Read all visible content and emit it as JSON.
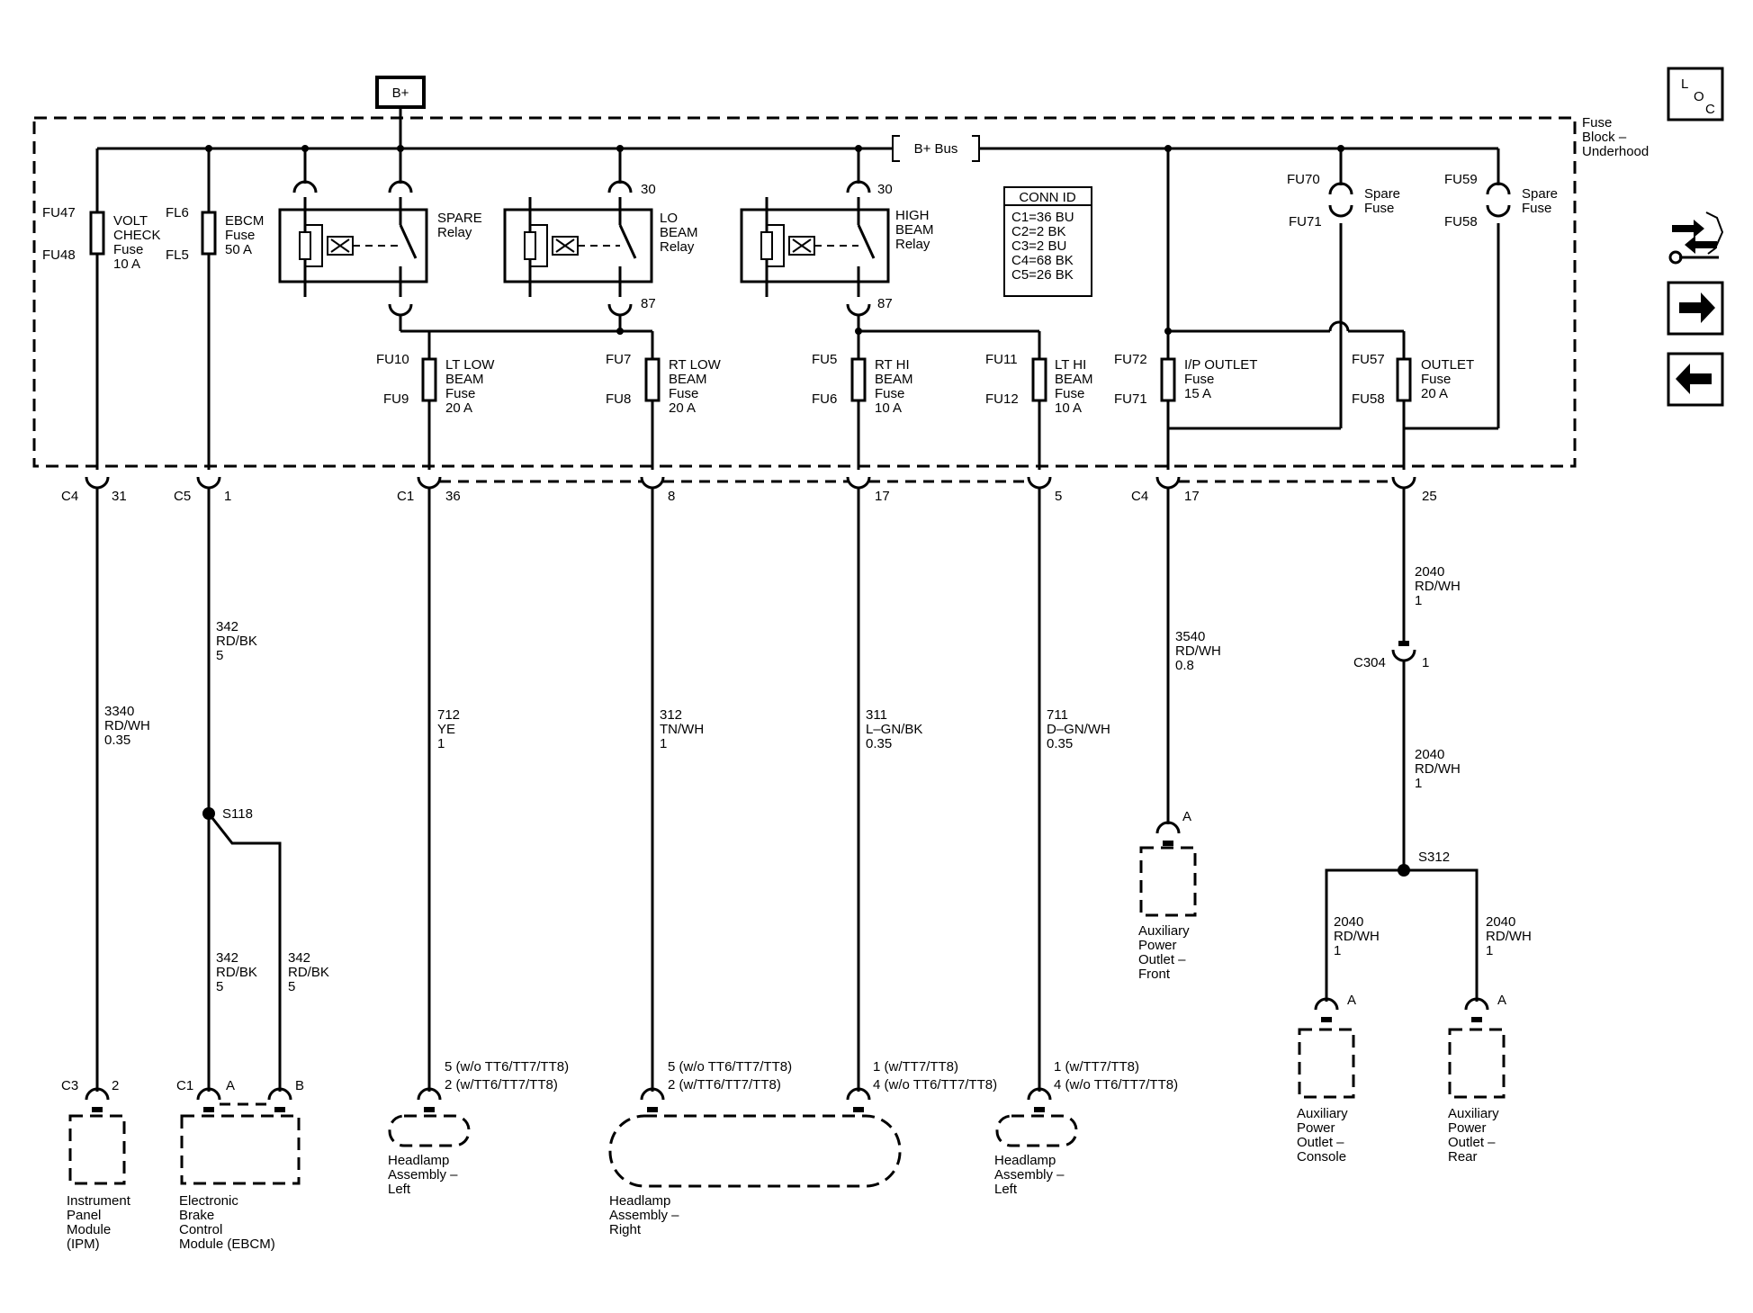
{
  "bplus": "B+",
  "bus_label": "B+ Bus",
  "fuse_block_label": [
    "Fuse",
    "Block –",
    "Underhood"
  ],
  "nav": {
    "loc": [
      "L",
      "O",
      "C"
    ]
  },
  "conn_id": {
    "title": "CONN ID",
    "lines": [
      "C1=36 BU",
      "C2=2 BK",
      "C3=2 BU",
      "C4=68 BK",
      "C5=26 BK"
    ]
  },
  "relays": {
    "spare": {
      "name": [
        "SPARE",
        "Relay"
      ]
    },
    "lo": {
      "name": [
        "LO",
        "BEAM",
        "Relay"
      ],
      "pin_top": "30",
      "pin_bottom": "87"
    },
    "hi": {
      "name": [
        "HIGH",
        "BEAM",
        "Relay"
      ],
      "pin_top": "30",
      "pin_bottom": "87"
    }
  },
  "fuses": {
    "volt": {
      "top": "FU47",
      "bottom": "FU48",
      "name": [
        "VOLT",
        "CHECK",
        "Fuse",
        "10 A"
      ]
    },
    "ebcm": {
      "top": "FL6",
      "bottom": "FL5",
      "name": [
        "EBCM",
        "Fuse",
        "50 A"
      ]
    },
    "lt_low": {
      "top": "FU10",
      "bottom": "FU9",
      "name": [
        "LT LOW",
        "BEAM",
        "Fuse",
        "20 A"
      ]
    },
    "rt_low": {
      "top": "FU7",
      "bottom": "FU8",
      "name": [
        "RT LOW",
        "BEAM",
        "Fuse",
        "20 A"
      ]
    },
    "rt_hi": {
      "top": "FU5",
      "bottom": "FU6",
      "name": [
        "RT HI",
        "BEAM",
        "Fuse",
        "10 A"
      ]
    },
    "lt_hi": {
      "top": "FU11",
      "bottom": "FU12",
      "name": [
        "LT HI",
        "BEAM",
        "Fuse",
        "10 A"
      ]
    },
    "ip_outlet": {
      "top": "FU72",
      "bottom": "FU71",
      "name": [
        "I/P OUTLET",
        "Fuse",
        "15 A"
      ]
    },
    "outlet": {
      "top": "FU57",
      "bottom": "FU58",
      "name": [
        "OUTLET",
        "Fuse",
        "20 A"
      ]
    },
    "spare1": {
      "top": "FU70",
      "bottom": "FU71",
      "name": [
        "Spare",
        "Fuse"
      ]
    },
    "spare2": {
      "top": "FU59",
      "bottom": "FU58",
      "name": [
        "Spare",
        "Fuse"
      ]
    }
  },
  "connectors": {
    "c4_31": {
      "conn": "C4",
      "pin": "31"
    },
    "c5_1": {
      "conn": "C5",
      "pin": "1"
    },
    "c1_36": {
      "conn": "C1",
      "pin": "36"
    },
    "c1_8": {
      "pin": "8"
    },
    "c1_17": {
      "pin": "17"
    },
    "c1_5": {
      "pin": "5"
    },
    "c4_17": {
      "conn": "C4",
      "pin": "17"
    },
    "c4_25": {
      "pin": "25"
    },
    "c304": {
      "conn": "C304",
      "pin": "1"
    }
  },
  "wires": {
    "w3340": [
      "3340",
      "RD/WH",
      "0.35"
    ],
    "w342a": [
      "342",
      "RD/BK",
      "5"
    ],
    "w342b": [
      "342",
      "RD/BK",
      "5"
    ],
    "w342c": [
      "342",
      "RD/BK",
      "5"
    ],
    "w712": [
      "712",
      "YE",
      "1"
    ],
    "w312": [
      "312",
      "TN/WH",
      "1"
    ],
    "w311": [
      "311",
      "L–GN/BK",
      "0.35"
    ],
    "w711": [
      "711",
      "D–GN/WH",
      "0.35"
    ],
    "w3540": [
      "3540",
      "RD/WH",
      "0.8"
    ],
    "w2040a": [
      "2040",
      "RD/WH",
      "1"
    ],
    "w2040b": [
      "2040",
      "RD/WH",
      "1"
    ],
    "w2040c": [
      "2040",
      "RD/WH",
      "1"
    ],
    "w2040d": [
      "2040",
      "RD/WH",
      "1"
    ]
  },
  "splices": {
    "s118": "S118",
    "s312": "S312"
  },
  "components": {
    "ipm": {
      "conn": "C3",
      "pin": "2",
      "name": [
        "Instrument",
        "Panel",
        "Module",
        "(IPM)"
      ]
    },
    "ebcm": {
      "conn": "C1",
      "pin_a": "A",
      "pin_b": "B",
      "name": [
        "Electronic",
        "Brake",
        "Control",
        "Module (EBCM)"
      ]
    },
    "hl_left1": {
      "pins": [
        "5 (w/o TT6/TT7/TT8)",
        "2 (w/TT6/TT7/TT8)"
      ],
      "name": [
        "Headlamp",
        "Assembly –",
        "Left"
      ]
    },
    "hl_right": {
      "pins_left": [
        "5 (w/o TT6/TT7/TT8)",
        "2 (w/TT6/TT7/TT8)"
      ],
      "pins_right": [
        "1 (w/TT7/TT8)",
        "4 (w/o TT6/TT7/TT8)"
      ],
      "name": [
        "Headlamp",
        "Assembly –",
        "Right"
      ]
    },
    "hl_left2": {
      "pins": [
        "1 (w/TT7/TT8)",
        "4 (w/o TT6/TT7/TT8)"
      ],
      "name": [
        "Headlamp",
        "Assembly –",
        "Left"
      ]
    },
    "apo_front": {
      "pin": "A",
      "name": [
        "Auxiliary",
        "Power",
        "Outlet –",
        "Front"
      ]
    },
    "apo_console": {
      "pin": "A",
      "name": [
        "Auxiliary",
        "Power",
        "Outlet –",
        "Console"
      ]
    },
    "apo_rear": {
      "pin": "A",
      "name": [
        "Auxiliary",
        "Power",
        "Outlet –",
        "Rear"
      ]
    }
  }
}
